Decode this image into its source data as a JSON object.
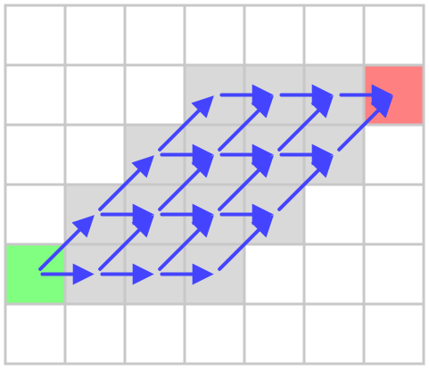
{
  "grid": {
    "rows": 6,
    "cols": 7,
    "colors": {
      "empty": "#ffffff",
      "gray": "#d9d9d9",
      "start": "#80ff80",
      "goal": "#ff8080",
      "line": "#c8c8c8",
      "arrow": "#4444ff"
    },
    "cells": [
      {
        "r": 1,
        "c": 3,
        "kind": "gray"
      },
      {
        "r": 1,
        "c": 4,
        "kind": "gray"
      },
      {
        "r": 1,
        "c": 5,
        "kind": "gray"
      },
      {
        "r": 1,
        "c": 6,
        "kind": "goal"
      },
      {
        "r": 2,
        "c": 2,
        "kind": "gray"
      },
      {
        "r": 2,
        "c": 3,
        "kind": "gray"
      },
      {
        "r": 2,
        "c": 4,
        "kind": "gray"
      },
      {
        "r": 2,
        "c": 5,
        "kind": "gray"
      },
      {
        "r": 3,
        "c": 1,
        "kind": "gray"
      },
      {
        "r": 3,
        "c": 2,
        "kind": "gray"
      },
      {
        "r": 3,
        "c": 3,
        "kind": "gray"
      },
      {
        "r": 3,
        "c": 4,
        "kind": "gray"
      },
      {
        "r": 4,
        "c": 0,
        "kind": "start"
      },
      {
        "r": 4,
        "c": 1,
        "kind": "gray"
      },
      {
        "r": 4,
        "c": 2,
        "kind": "gray"
      },
      {
        "r": 4,
        "c": 3,
        "kind": "gray"
      }
    ],
    "moves": [
      {
        "from": [
          4,
          0
        ],
        "to": [
          4,
          1
        ]
      },
      {
        "from": [
          4,
          0
        ],
        "to": [
          3,
          1
        ]
      },
      {
        "from": [
          4,
          1
        ],
        "to": [
          4,
          2
        ]
      },
      {
        "from": [
          4,
          1
        ],
        "to": [
          3,
          2
        ]
      },
      {
        "from": [
          4,
          2
        ],
        "to": [
          4,
          3
        ]
      },
      {
        "from": [
          4,
          2
        ],
        "to": [
          3,
          3
        ]
      },
      {
        "from": [
          4,
          3
        ],
        "to": [
          3,
          4
        ]
      },
      {
        "from": [
          3,
          1
        ],
        "to": [
          3,
          2
        ]
      },
      {
        "from": [
          3,
          1
        ],
        "to": [
          2,
          2
        ]
      },
      {
        "from": [
          3,
          2
        ],
        "to": [
          3,
          3
        ]
      },
      {
        "from": [
          3,
          2
        ],
        "to": [
          2,
          3
        ]
      },
      {
        "from": [
          3,
          3
        ],
        "to": [
          3,
          4
        ]
      },
      {
        "from": [
          3,
          3
        ],
        "to": [
          2,
          4
        ]
      },
      {
        "from": [
          3,
          4
        ],
        "to": [
          2,
          5
        ]
      },
      {
        "from": [
          2,
          2
        ],
        "to": [
          2,
          3
        ]
      },
      {
        "from": [
          2,
          2
        ],
        "to": [
          1,
          3
        ]
      },
      {
        "from": [
          2,
          3
        ],
        "to": [
          2,
          4
        ]
      },
      {
        "from": [
          2,
          3
        ],
        "to": [
          1,
          4
        ]
      },
      {
        "from": [
          2,
          4
        ],
        "to": [
          2,
          5
        ]
      },
      {
        "from": [
          2,
          4
        ],
        "to": [
          1,
          5
        ]
      },
      {
        "from": [
          2,
          5
        ],
        "to": [
          1,
          6
        ]
      },
      {
        "from": [
          1,
          3
        ],
        "to": [
          1,
          4
        ]
      },
      {
        "from": [
          1,
          4
        ],
        "to": [
          1,
          5
        ]
      },
      {
        "from": [
          1,
          5
        ],
        "to": [
          1,
          6
        ]
      }
    ]
  }
}
